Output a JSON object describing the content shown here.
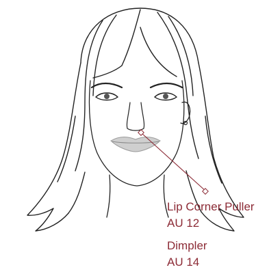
{
  "annotations": [
    {
      "name": "Lip Corner Puller",
      "code": "AU 12"
    },
    {
      "name": "Dimpler",
      "code": "AU 14"
    }
  ],
  "colors": {
    "accent": "#8c2b36",
    "line": "#222222",
    "lip_fill": "#cfcfcf"
  },
  "icons": [
    "face-illustration",
    "pointer-diamond-marker"
  ]
}
